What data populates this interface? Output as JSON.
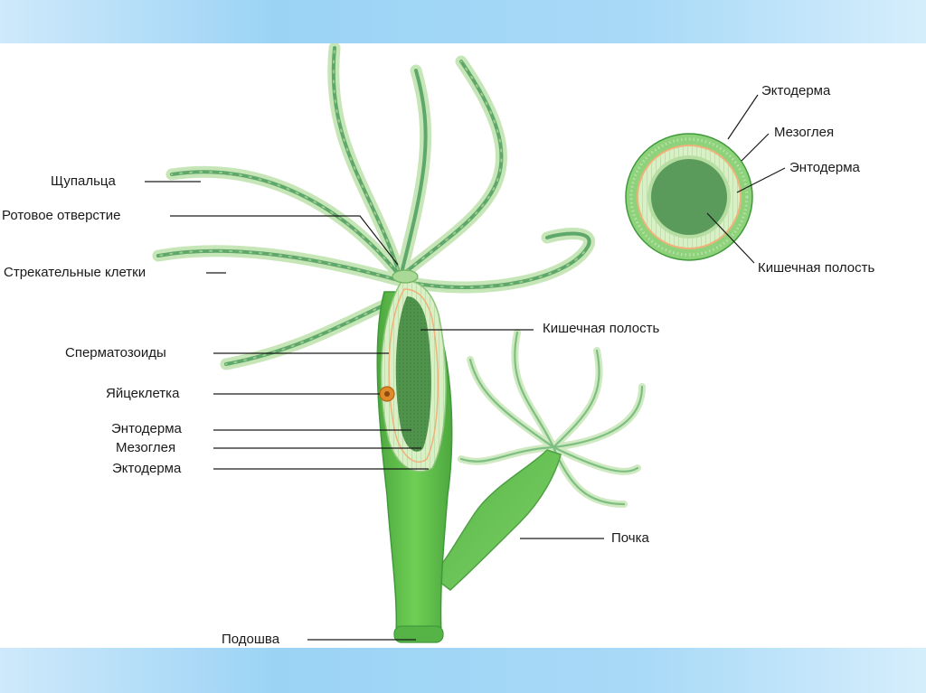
{
  "diagram": {
    "left_labels": {
      "tentacles": "Щупальца",
      "mouth": "Ротовое отверстие",
      "stinging_cells": "Стрекательные клетки",
      "sperm": "Сперматозоиды",
      "egg": "Яйцеклетка",
      "endoderm": "Энтодерма",
      "mesoglea": "Мезоглея",
      "ectoderm": "Эктодерма",
      "sole": "Подошва"
    },
    "right_labels": {
      "gut_cavity": "Кишечная полость",
      "bud": "Почка"
    },
    "cross_section_labels": {
      "ectoderm": "Эктодерма",
      "mesoglea": "Мезоглея",
      "endoderm": "Энтодерма",
      "gut_cavity": "Кишечная полость"
    },
    "colors": {
      "body": "#5fbf4a",
      "body_dark": "#3f9a3a",
      "tentacle": "#b9e0a9",
      "tentacle_core": "#5aa86a",
      "cavity": "#5a9a5a",
      "endoderm_ring": "#d6efc2",
      "mesoglea_ring": "#f0b27a",
      "egg": "#e08a2a",
      "band": "#9bd3f5"
    }
  }
}
